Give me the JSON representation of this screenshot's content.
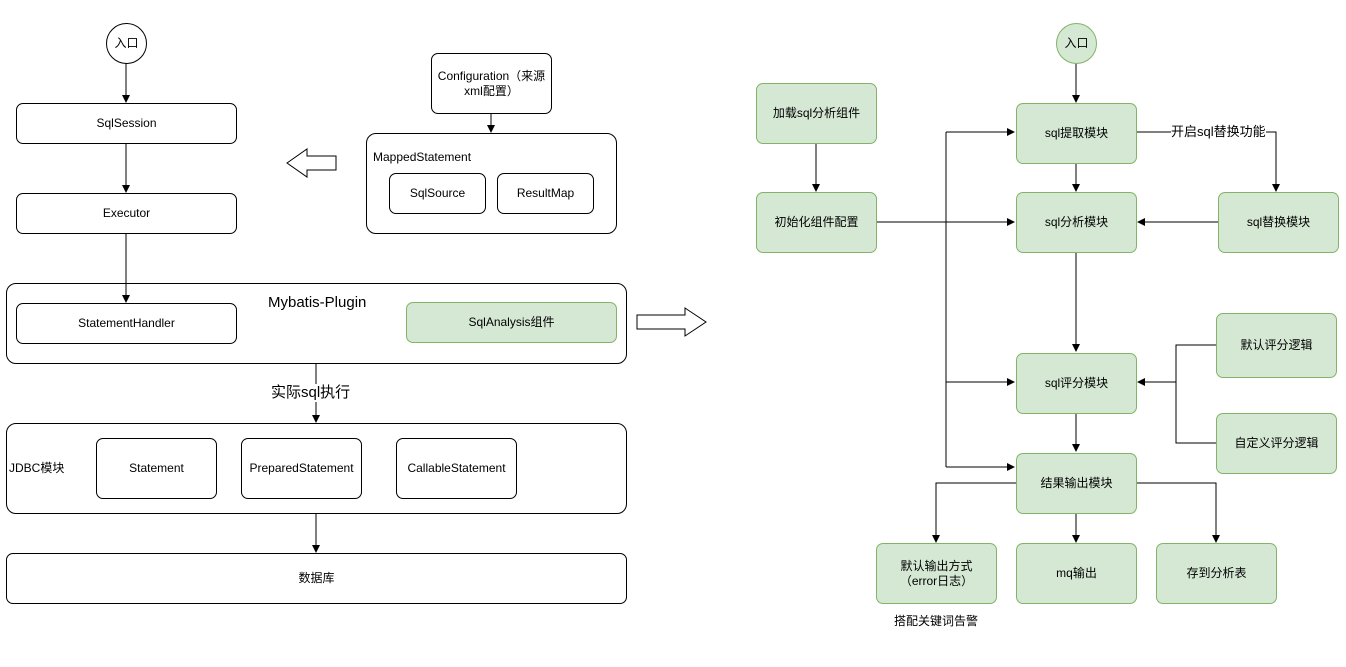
{
  "left": {
    "entry": "入口",
    "sqlsession": "SqlSession",
    "executor": "Executor",
    "configuration": "Configuration（来源xml配置）",
    "mapped_statement": "MappedStatement",
    "sql_source": "SqlSource",
    "result_map": "ResultMap",
    "plugin_title": "Mybatis-Plugin",
    "statement_handler": "StatementHandler",
    "sqlanalysis": "SqlAnalysis组件",
    "actual_exec": "实际sql执行",
    "jdbc_title": "JDBC模块",
    "statement": "Statement",
    "prepared_statement": "PreparedStatement",
    "callable_statement": "CallableStatement",
    "database": "数据库"
  },
  "right": {
    "entry": "入口",
    "load_component": "加载sql分析组件",
    "init_config": "初始化组件配置",
    "extract": "sql提取模块",
    "enable_replace": "开启sql替换功能",
    "replace": "sql替换模块",
    "analysis": "sql分析模块",
    "default_score": "默认评分逻辑",
    "score": "sql评分模块",
    "custom_score": "自定义评分逻辑",
    "output": "结果输出模块",
    "default_output": "默认输出方式（error日志）",
    "mq_output": "mq输出",
    "table_output": "存到分析表",
    "keyword_alert": "搭配关键词告警"
  },
  "colors": {
    "green_fill": "#d5e8d4",
    "green_border": "#82b366",
    "line": "#000000"
  }
}
